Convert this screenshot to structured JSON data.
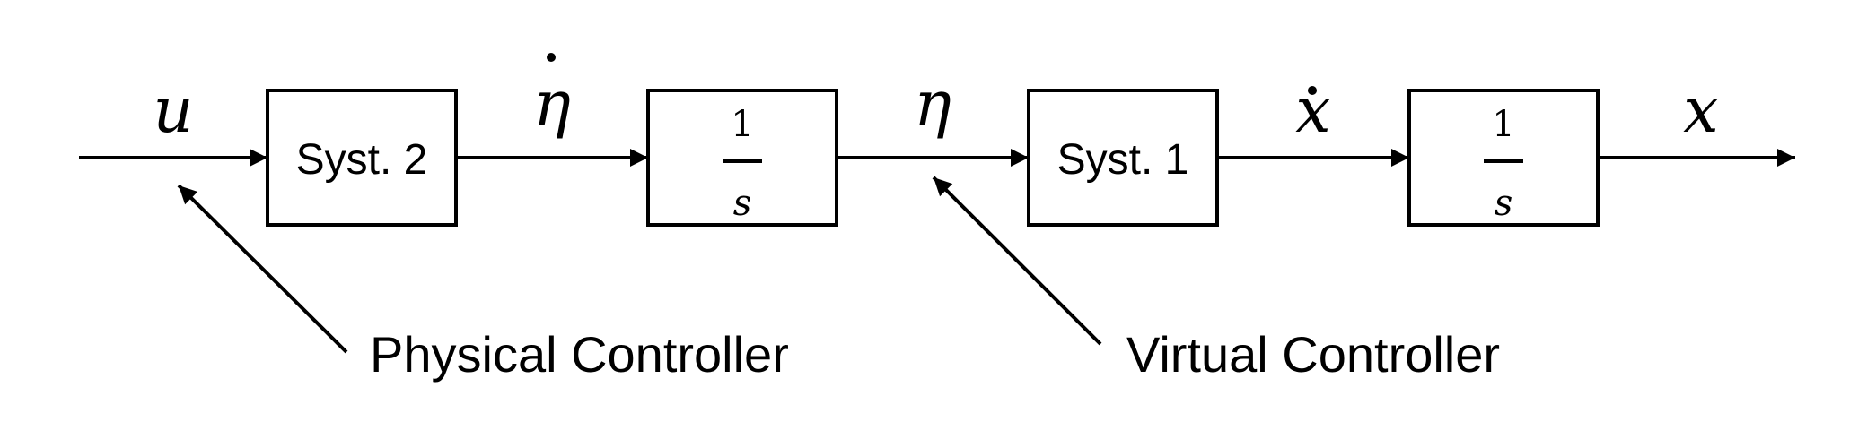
{
  "diagram": {
    "blocks": {
      "syst2": {
        "label": "Syst. 2"
      },
      "integrator1": {
        "numerator": "1",
        "denominator": "s"
      },
      "syst1": {
        "label": "Syst. 1"
      },
      "integrator2": {
        "numerator": "1",
        "denominator": "s"
      }
    },
    "signals": {
      "u": "u",
      "eta_dot": "η",
      "eta": "η",
      "x_dot": "x",
      "x": "x"
    },
    "annotations": {
      "physical_controller": "Physical Controller",
      "virtual_controller": "Virtual Controller"
    },
    "colors": {
      "stroke": "#000000",
      "background": "#ffffff"
    }
  }
}
